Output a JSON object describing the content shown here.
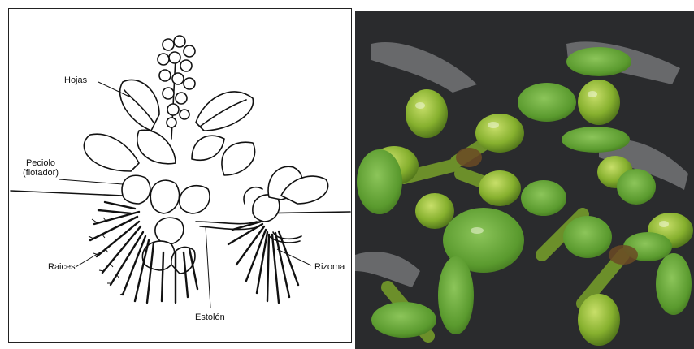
{
  "diagram": {
    "labels": {
      "hojas": "Hojas",
      "peciolo_line1": "Peciolo",
      "peciolo_line2": "(flotador)",
      "raices": "Raices",
      "rizoma": "Rizoma",
      "estolon": "Estolón"
    },
    "line_color": "#111111"
  },
  "photo": {
    "subject": "water-hyacinth-plants-photo",
    "water_color": "#2a2b2d",
    "leaf_color": "#6fae3a",
    "bulb_color": "#9bc23c"
  }
}
